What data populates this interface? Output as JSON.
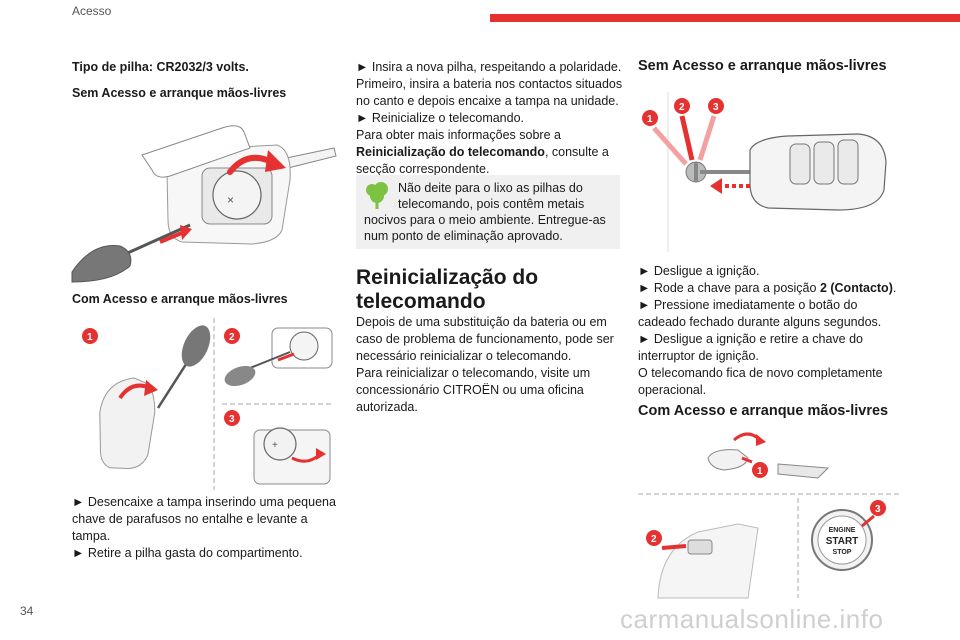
{
  "header": {
    "section": "Acesso",
    "accent": "#e63131"
  },
  "footer": {
    "page_number": "34",
    "watermark": "carmanualsonline.info"
  },
  "col1": {
    "battery_type": "Tipo de pilha: CR2032/3 volts.",
    "heading_no_keyless": "Sem Acesso e arranque mãos-livres",
    "heading_keyless": "Com Acesso e arranque mãos-livres",
    "step_1": "► Desencaixe a tampa inserindo uma pequena",
    "step_1b": "chave de parafusos no entalhe e levante a",
    "step_1c": "tampa.",
    "step_2": "► Retire a pilha gasta do compartimento.",
    "fig_num_1": "1",
    "fig_num_2": "2",
    "fig_num_3": "3"
  },
  "col2": {
    "l1": "► Insira a nova pilha, respeitando a polaridade.",
    "l2": "Primeiro, insira a bateria nos contactos situados",
    "l3": "no canto e depois encaixe a tampa na unidade.",
    "l4": "► Reinicialize o telecomando.",
    "l5": "Para obter mais informações sobre a",
    "l6_bold": "Reinicialização do telecomando",
    "l6_rest": ", consulte a",
    "l7": "secção correspondente.",
    "eco_1": "Não deite para o lixo as pilhas do",
    "eco_2": "telecomando, pois contêm metais",
    "eco_3": "nocivos para o meio ambiente. Entregue-as",
    "eco_4": "num ponto de eliminação aprovado.",
    "eco_icon": "eco-tree-icon",
    "reset_heading_1": "Reinicialização do",
    "reset_heading_2": "telecomando",
    "r1": "Depois de uma substituição da bateria ou em",
    "r2": "caso de problema de funcionamento, pode ser",
    "r3": "necessário reinicializar o telecomando.",
    "r4": "Para reinicializar o telecomando, visite um",
    "r5": "concessionário CITROËN ou uma oficina",
    "r6": "autorizada."
  },
  "col3": {
    "heading_no_keyless": "Sem Acesso e arranque mãos-livres",
    "s1": "► Desligue a ignição.",
    "s2_pre": "► Rode a chave para a posição ",
    "s2_bold": "2 (Contacto)",
    "s2_post": ".",
    "s3": "► Pressione imediatamente o botão do",
    "s3b": "cadeado fechado durante alguns segundos.",
    "s4": "► Desligue a ignição e retire a chave do",
    "s4b": "interruptor de ignição.",
    "s5": "O telecomando fica de novo completamente",
    "s5b": "operacional.",
    "heading_keyless": "Com Acesso e arranque mãos-livres",
    "fig_num_1": "1",
    "fig_num_2": "2",
    "fig_num_3": "3",
    "engine_btn_1": "ENGINE",
    "engine_btn_2": "START",
    "engine_btn_3": "STOP"
  }
}
